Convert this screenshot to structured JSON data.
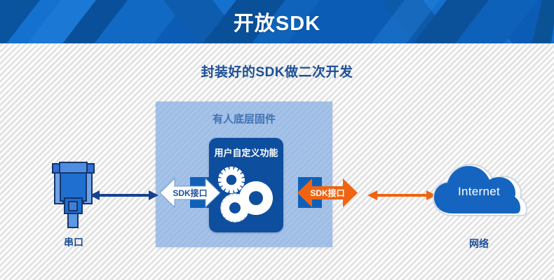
{
  "header": {
    "title": "开放SDK",
    "background_color": "#0b5cb5",
    "title_color": "#ffffff"
  },
  "subtitle": {
    "text": "封装好的SDK做二次开发",
    "color": "#1d4f96"
  },
  "diagram": {
    "firmware_panel": {
      "label": "有人底层固件",
      "fill_color": "#9dbce5",
      "label_color": "#3e70b4"
    },
    "user_box": {
      "label": "用户自定义功能",
      "fill_color": "#0e4e9e",
      "label_color": "#ffffff",
      "icon": "gears-icon",
      "gear_color": "#ffffff"
    },
    "sdk_arrow_left": {
      "label": "SDK接口",
      "fill_color": "#ffffff",
      "stroke_color": "#4878b4",
      "text_color": "#1d4f96",
      "direction": "double"
    },
    "sdk_arrow_right": {
      "label": "SDK接口",
      "fill_color": "#ef6412",
      "text_color": "#ffffff",
      "direction": "double"
    },
    "connector_left": {
      "color": "#17418f",
      "direction": "double"
    },
    "connector_right": {
      "color": "#ef6412",
      "direction": "double"
    },
    "serial_node": {
      "label": "串口",
      "icon": "db9-serial-connector-icon",
      "color": "#1f6fd0",
      "label_color": "#1d4f96"
    },
    "network_node": {
      "label": "网络",
      "cloud_text": "Internet",
      "icon": "cloud-icon",
      "color": "#1565c0",
      "label_color": "#1d4f96"
    }
  },
  "page": {
    "background_color": "#eeeeee",
    "texture": "diagonal-stripes"
  }
}
